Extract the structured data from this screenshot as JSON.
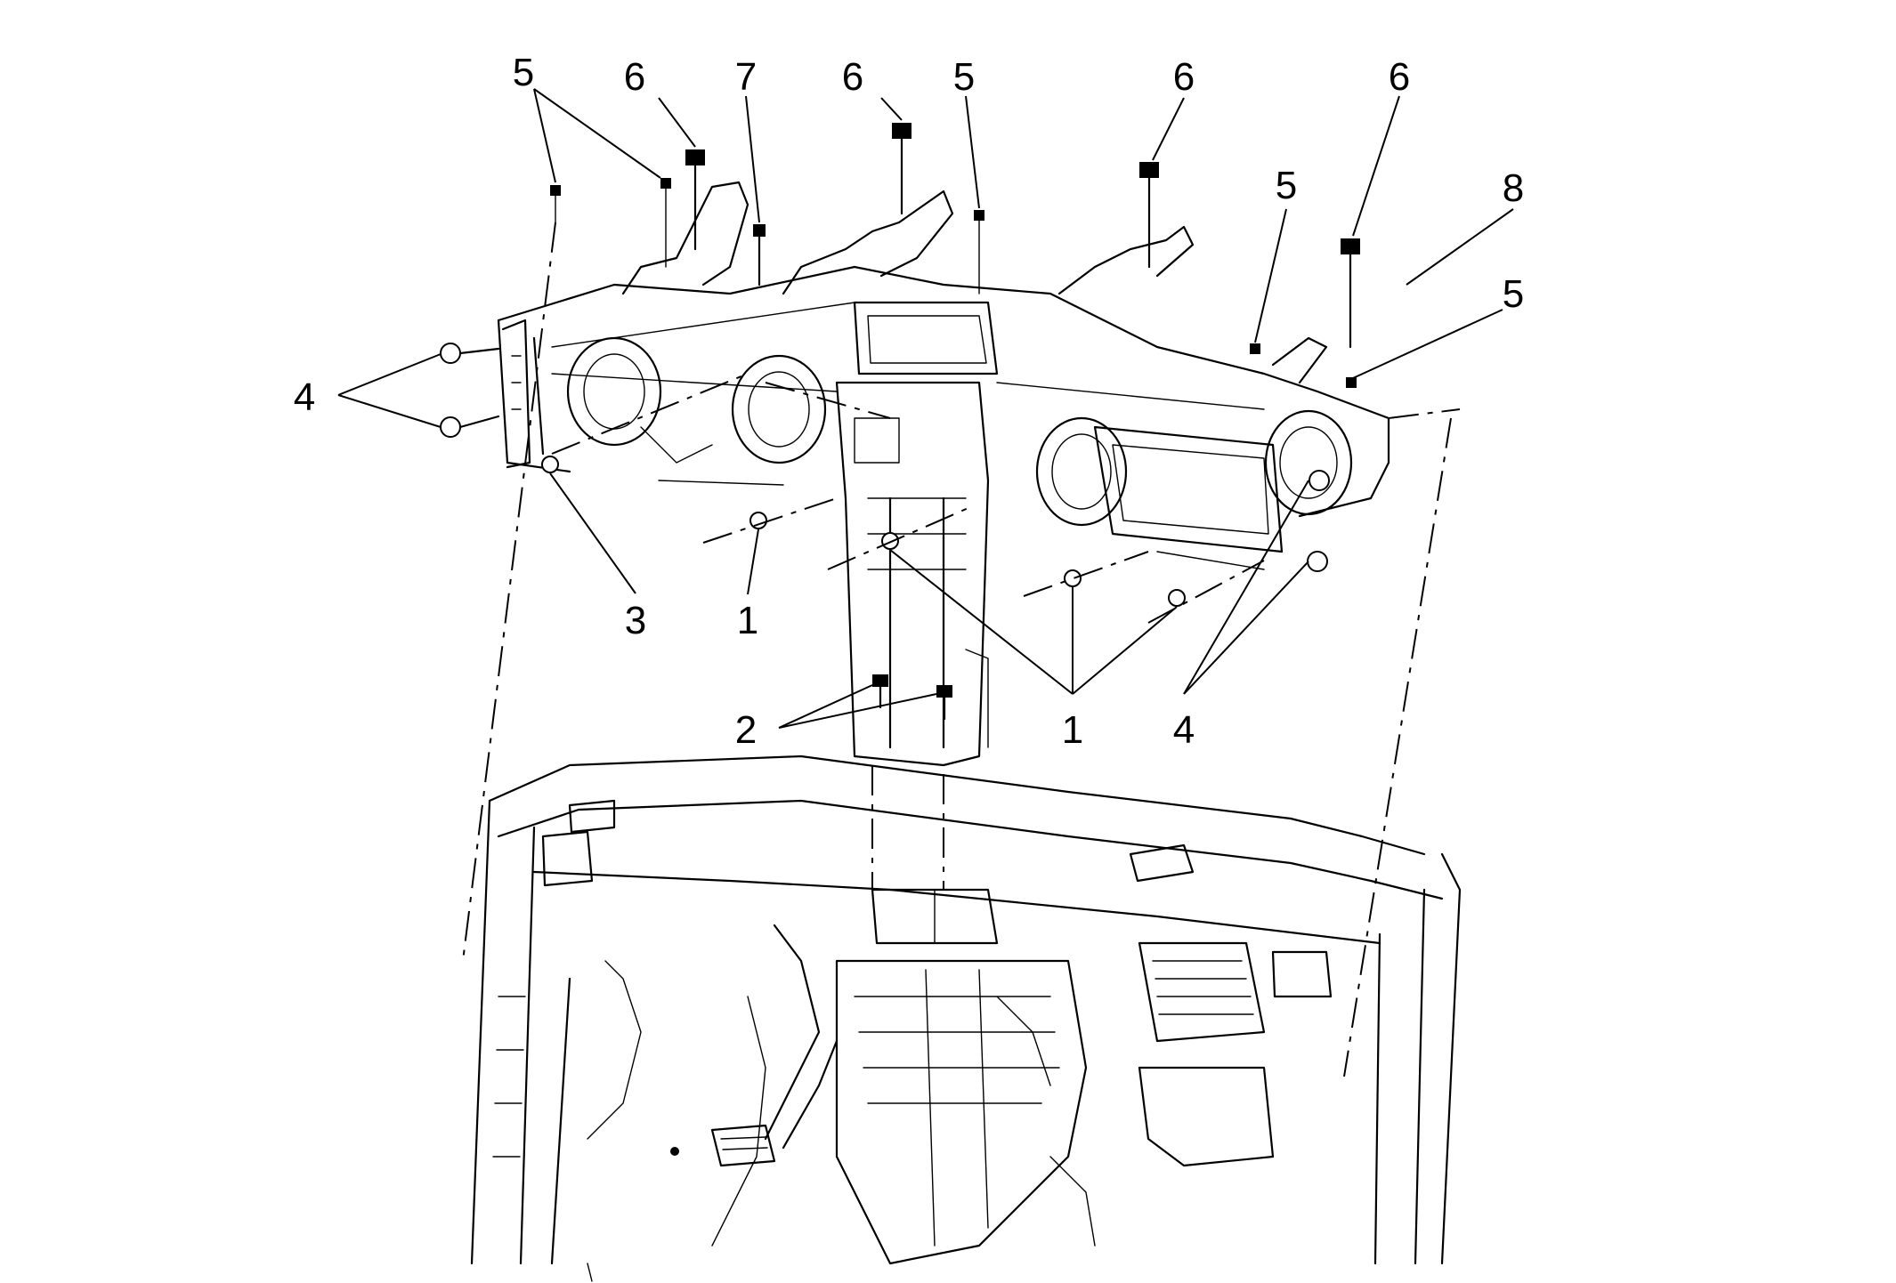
{
  "callouts": [
    {
      "id": "c1",
      "label": "5"
    },
    {
      "id": "c2",
      "label": "6"
    },
    {
      "id": "c3",
      "label": "7"
    },
    {
      "id": "c4",
      "label": "6"
    },
    {
      "id": "c5",
      "label": "5"
    },
    {
      "id": "c6",
      "label": "6"
    },
    {
      "id": "c7",
      "label": "6"
    },
    {
      "id": "c8",
      "label": "5"
    },
    {
      "id": "c9",
      "label": "8"
    },
    {
      "id": "c10",
      "label": "5"
    },
    {
      "id": "c11",
      "label": "4"
    },
    {
      "id": "c12",
      "label": "3"
    },
    {
      "id": "c13",
      "label": "1"
    },
    {
      "id": "c14",
      "label": "2"
    },
    {
      "id": "c15",
      "label": "1"
    },
    {
      "id": "c16",
      "label": "4"
    }
  ]
}
